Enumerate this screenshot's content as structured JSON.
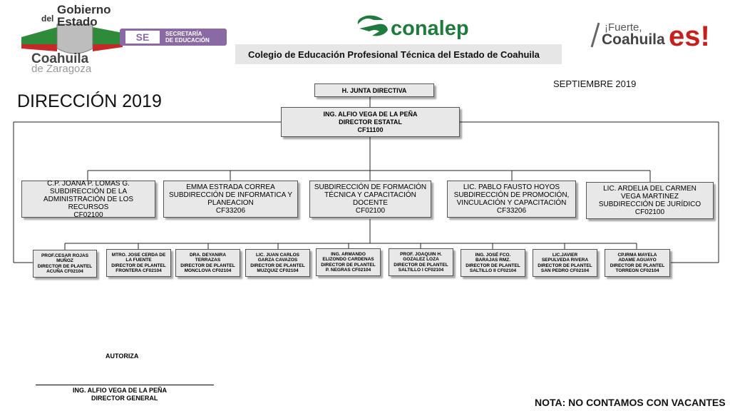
{
  "header": {
    "gobierno_line1": "Gobierno",
    "gobierno_line2": "del",
    "gobierno_line3": "Estado",
    "state_name": "Coahuila",
    "state_sub": "de Zaragoza",
    "se_label": "SE",
    "se_sub_line1": "SECRETARÍA",
    "se_sub_line2": "DE EDUCACIÓN",
    "conalep_brand": "conalep",
    "college_name": "Colegio de Educación Profesional Técnica del Estado de Coahuila",
    "fuerte_line1": "¡Fuerte,",
    "fuerte_line2": "Coahuila",
    "fuerte_es": "es!"
  },
  "page_title": "DIRECCIÓN 2019",
  "date_label": "SEPTIEMBRE  2019",
  "org": {
    "board": "H. JUNTA DIRECTIVA",
    "director": [
      "ING. ALFIO VEGA DE LA PEÑA",
      "DIRECTOR ESTATAL",
      "CF11100"
    ],
    "subdirections": [
      [
        "C.P. JOANA P. LOMAS G.",
        "SUBDIRECCIÓN DE LA",
        "ADMINISTRACIÓN DE LOS RECURSOS",
        "CF02100"
      ],
      [
        "EMMA ESTRADA CORREA",
        "SUBDIRECCIÓN DE INFORMATICA Y",
        "PLANEACION",
        "CF33206"
      ],
      [
        "SUBDIRECCIÓN DE FORMACIÓN",
        "TÉCNICA Y CAPACITACIÓN DOCENTE",
        "CF02100"
      ],
      [
        "LIC. PABLO FAUSTO HOYOS",
        "SUBDIRECCIÓN DE PROMOCIÓN,",
        "VINCULACIÓN Y CAPACITACIÓN",
        "CF33206"
      ],
      [
        "LIC. ARDELIA  DEL CARMEN",
        "VEGA MARTINEZ",
        "SUBDIRECCIÓN DE JURÍDICO",
        "CF02100"
      ]
    ],
    "plants": [
      [
        "PROF.CESAR ROJAS",
        "MUÑOZ",
        "DIRECTOR DE PLANTEL",
        "ACUÑA CF02104"
      ],
      [
        "MTRO. JOSE CERDA DE",
        "LA FUENTE",
        "DIRECTOR DE PLANTEL",
        "FRONTERA CF02104"
      ],
      [
        "DRA. DEYANIRA",
        "TERRAZAS",
        "DIRECTOR DE PLANTEL",
        "MONCLOVA CF02104"
      ],
      [
        "LIC. JUAN CARLOS",
        "GARZA CAVAZOS",
        "DIRECTOR DE PLANTEL",
        "MUZQUIZ CF02104"
      ],
      [
        "ING. ARMANDO",
        "ELIZONDO CARDENAS",
        "DIRECTOR DE PLANTEL",
        "P. NEGRAS CF02104"
      ],
      [
        "PROF. JOAQUIN  H.",
        "GOZALEZ LOZA",
        "DIRECTOR DE PLANTEL",
        "SALTILLO I CF02104"
      ],
      [
        "ING. JOSÉ FCO.",
        "BARAJAS RMZ.",
        "DIRECTOR DE PLANTEL",
        "SALTILLO II CF02104"
      ],
      [
        "LIC.JAVIER",
        "SEPULVEDA RIVERA",
        "DIRECTOR DE PLANTEL",
        "SAN PEDRO CF02104"
      ],
      [
        "CP.IRMA MAYELA",
        "ADAME AGUAYO",
        "DIRECTOR DE PLANTEL",
        "TORREON CF02104"
      ]
    ]
  },
  "footer": {
    "authorize": "AUTORIZA",
    "signer_name": "ING. ALFIO VEGA DE LA PEÑA",
    "signer_role": "DIRECTOR GENERAL",
    "note": "NOTA: NO CONTAMOS CON VACANTES"
  },
  "colors": {
    "box_fill": "#e8e8e8",
    "conalep_green": "#1f7a3d",
    "se_purple": "#8a6aa5",
    "fuerte_red": "#c4201e"
  }
}
